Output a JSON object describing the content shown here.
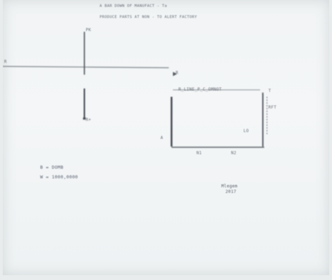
{
  "header": {
    "line1": "A BAR DOWN OF MANUFACT - Ta",
    "line2": "PRODUCE PARTS AT   NON   -  TO ALERT FACTORY"
  },
  "labels": {
    "top_marker": "PK",
    "left_edge": "R",
    "axis_bottom": "R+",
    "frame_top_right_point": "R",
    "frame_top_label": "R_LINE_P_C_OMNOT",
    "frame_right_top": "T",
    "frame_right_mid": "RFT",
    "frame_right_dim": "LO",
    "frame_left_bottom": "A",
    "frame_bottom_left": "N1",
    "frame_bottom_right": "N2"
  },
  "legend": {
    "line1": "B  =  DOMB",
    "line2": "W  =  1000,0000"
  },
  "stamp": {
    "line1": "Mlegem",
    "line2": "2017"
  }
}
